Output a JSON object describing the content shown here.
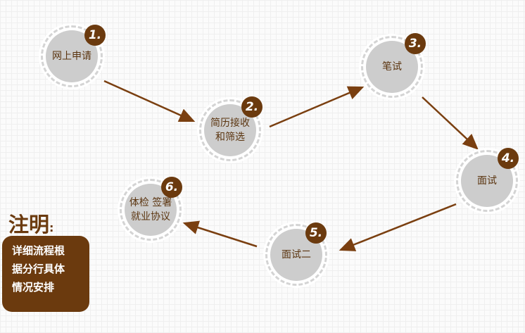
{
  "steps": [
    {
      "number": "1.",
      "label": "网上申请"
    },
    {
      "number": "2.",
      "label": "简历接收\n和筛选"
    },
    {
      "number": "3.",
      "label": "笔试"
    },
    {
      "number": "4.",
      "label": "面试"
    },
    {
      "number": "5.",
      "label": "面试二"
    },
    {
      "number": "6.",
      "label": "体检 签署\n就业协议"
    }
  ],
  "note": {
    "title": "注明",
    "colon": ":",
    "lines": [
      "详细流程根",
      "据分行具体",
      "情况安排"
    ]
  },
  "colors": {
    "accent": "#6b3a0e",
    "circle": "#cdcdcd",
    "arrow": "#7a3f10"
  }
}
